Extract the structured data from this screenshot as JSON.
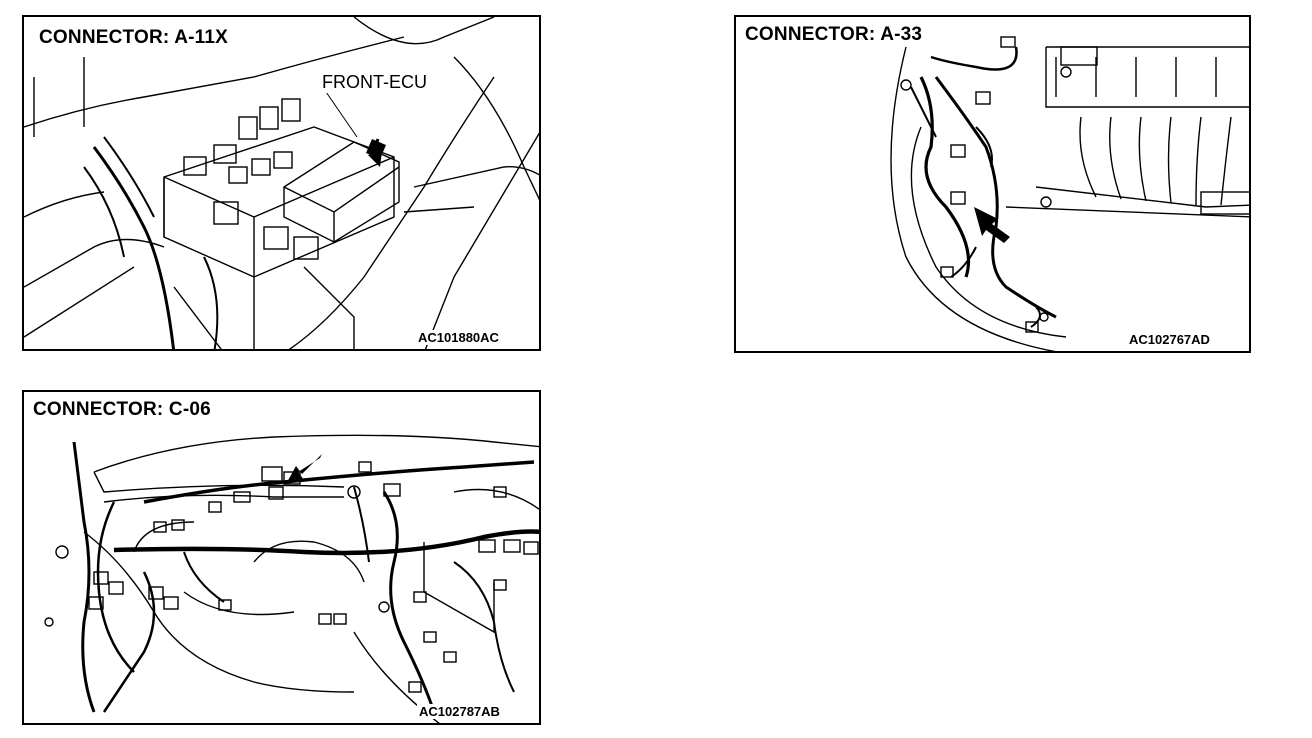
{
  "panels": [
    {
      "title": "CONNECTOR: A-11X",
      "callout": "FRONT-ECU",
      "code": "AC101880AC"
    },
    {
      "title": "CONNECTOR: A-33",
      "code": "AC102767AD"
    },
    {
      "title": "CONNECTOR: C-06",
      "code": "AC102787AB"
    }
  ]
}
